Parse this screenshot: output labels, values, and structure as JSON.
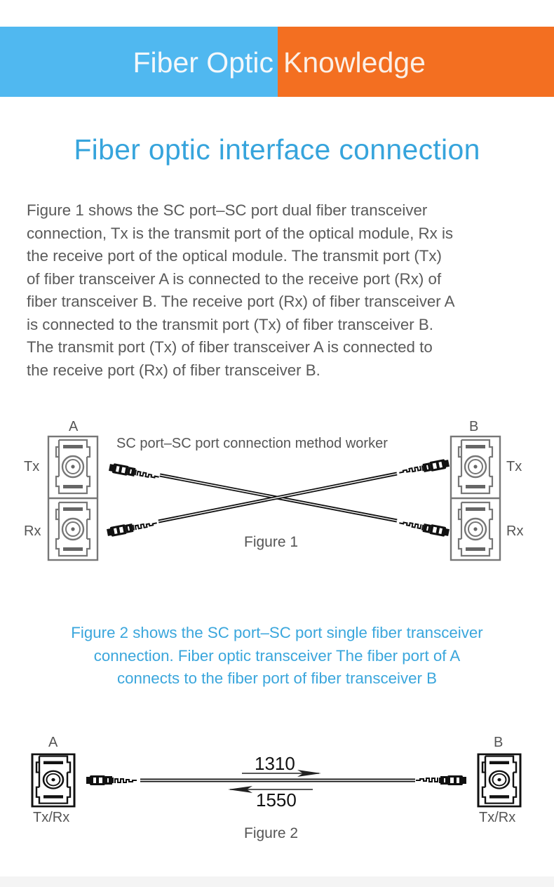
{
  "banner": {
    "left_text": "Fiber Optic",
    "right_text": "Knowledge",
    "left_color": "#50b8f0",
    "right_color": "#f36f21"
  },
  "title": "Fiber optic interface connection",
  "intro_paragraph": {
    "lines": [
      "Figure 1 shows the SC port–SC port dual fiber transceiver",
      "connection, Tx is the transmit port of the optical module, Rx is",
      "the receive port of the optical module. The transmit port (Tx)",
      "of fiber transceiver A is connected to the receive port (Rx) of",
      "fiber transceiver B. The receive port (Rx) of fiber transceiver A",
      "is connected to the transmit port (Tx) of fiber transceiver B.",
      "The transmit port (Tx) of fiber transceiver A is connected to",
      "the receive port (Rx) of fiber transceiver B."
    ]
  },
  "figure1": {
    "heading": "SC port–SC port connection method worker",
    "caption": "Figure 1",
    "device_a": {
      "label": "A",
      "ports": [
        "Tx",
        "Rx"
      ]
    },
    "device_b": {
      "label": "B",
      "ports": [
        "Tx",
        "Rx"
      ]
    },
    "connections": [
      {
        "from": "A.Tx",
        "to": "B.Rx"
      },
      {
        "from": "A.Rx",
        "to": "B.Tx"
      }
    ]
  },
  "figure2_description": {
    "lines": [
      "Figure 2 shows the SC port–SC port single fiber transceiver",
      "connection. Fiber optic transceiver The fiber port of A",
      "connects to the fiber port of fiber transceiver B"
    ]
  },
  "figure2": {
    "caption": "Figure 2",
    "device_a": {
      "label": "A",
      "port": "Tx/Rx"
    },
    "device_b": {
      "label": "B",
      "port": "Tx/Rx"
    },
    "wavelength_forward": "1310",
    "wavelength_backward": "1550",
    "accent_color": "#36a4dc"
  }
}
